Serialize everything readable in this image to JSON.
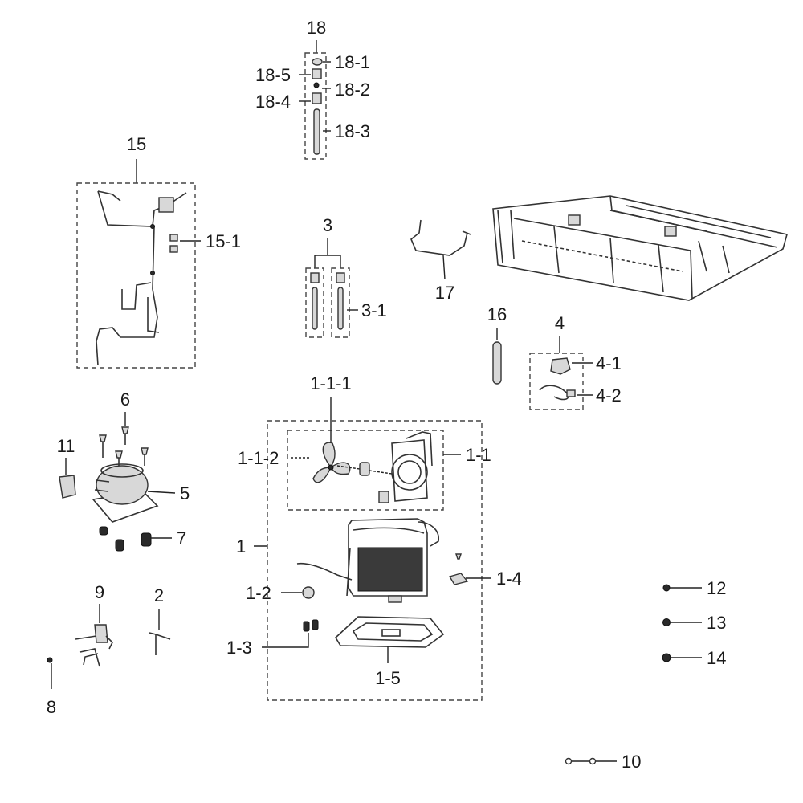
{
  "labels": {
    "p18": "18",
    "p18_1": "18-1",
    "p18_5": "18-5",
    "p18_2": "18-2",
    "p18_4": "18-4",
    "p18_3": "18-3",
    "p15": "15",
    "p15_1": "15-1",
    "p3": "3",
    "p3_1": "3-1",
    "p17": "17",
    "p16": "16",
    "p4": "4",
    "p4_1": "4-1",
    "p4_2": "4-2",
    "p6": "6",
    "p11": "11",
    "p5": "5",
    "p7": "7",
    "p1_1_1": "1-1-1",
    "p1_1_2": "1-1-2",
    "p1_1": "1-1",
    "p1": "1",
    "p1_2": "1-2",
    "p1_4": "1-4",
    "p1_3": "1-3",
    "p1_5": "1-5",
    "p12": "12",
    "p13": "13",
    "p14": "14",
    "p9": "9",
    "p2": "2",
    "p8": "8",
    "p10": "10"
  },
  "icons": {
    "fan_blade": "fan-blade-icon",
    "compressor": "compressor-icon",
    "condenser": "condenser-icon",
    "frame": "refrigerator-frame-icon"
  }
}
